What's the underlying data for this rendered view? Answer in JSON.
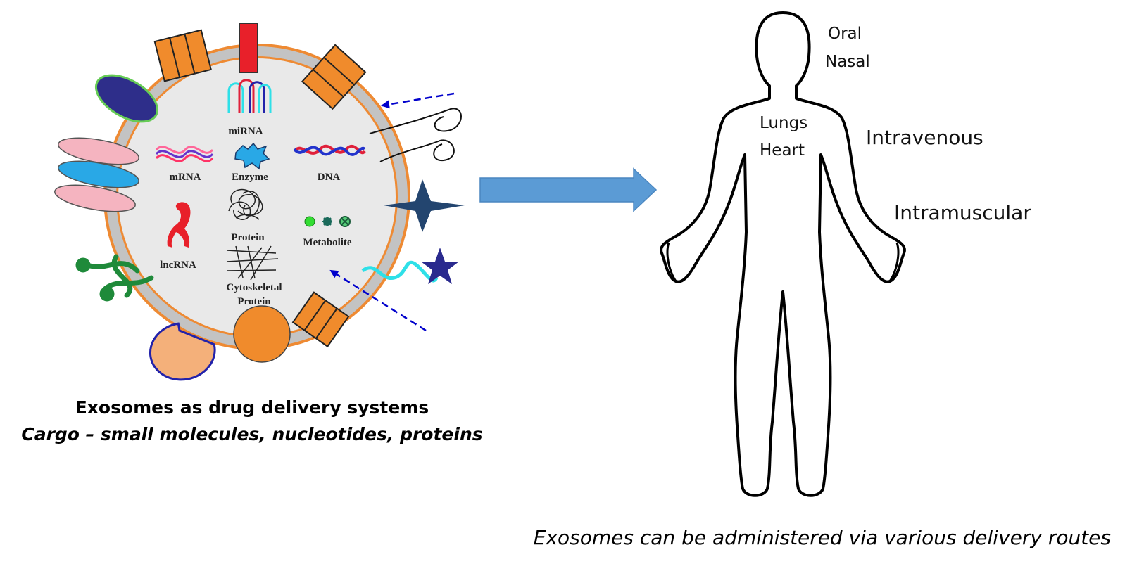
{
  "exosome": {
    "cargo_labels": {
      "mirna": "miRNA",
      "mrna": "mRNA",
      "enzyme": "Enzyme",
      "dna": "DNA",
      "lncrna": "lncRNA",
      "protein": "Protein",
      "metabolite": "Metabolite",
      "cytoskeletal_1": "Cytoskeletal",
      "cytoskeletal_2": "Protein"
    },
    "colors": {
      "membrane_outer": "#ee8a33",
      "membrane_fill": "#c0c0c0",
      "lumen": "#e9e9e9",
      "receptor": "#f08b2c",
      "arrow": "#0000cc"
    }
  },
  "big_arrow": {
    "color": "#5b9bd5"
  },
  "body": {
    "labels": {
      "oral": "Oral",
      "nasal": "Nasal",
      "lungs": "Lungs",
      "heart": "Heart",
      "intravenous": "Intravenous",
      "intramuscular": "Intramuscular"
    }
  },
  "captions": {
    "title": "Exosomes as drug delivery systems",
    "subtitle": "Cargo – small molecules, nucleotides, proteins",
    "routes": "Exosomes can be administered via various delivery routes"
  }
}
